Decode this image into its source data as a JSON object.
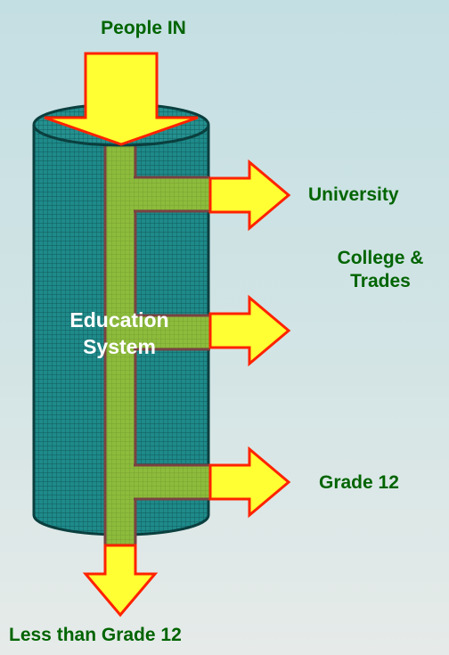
{
  "input_label": "People IN",
  "system_label_line1": "Education",
  "system_label_line2": "System",
  "outputs": {
    "university": "University",
    "college_line1": "College &",
    "college_line2": "Trades",
    "grade12": "Grade 12",
    "less_than_grade12": "Less than Grade 12"
  },
  "colors": {
    "background": "#c9e2e5",
    "cylinder_fill": "#1f8a8a",
    "cylinder_grid": "#105e5e",
    "cylinder_outline": "#0b3f3f",
    "pipe_fill": "#8dbb3c",
    "pipe_border": "#7a4242",
    "arrow_fill": "#ffff33",
    "arrow_stroke": "#ff2200",
    "label_text": "#006400",
    "system_text": "#ffffff"
  }
}
